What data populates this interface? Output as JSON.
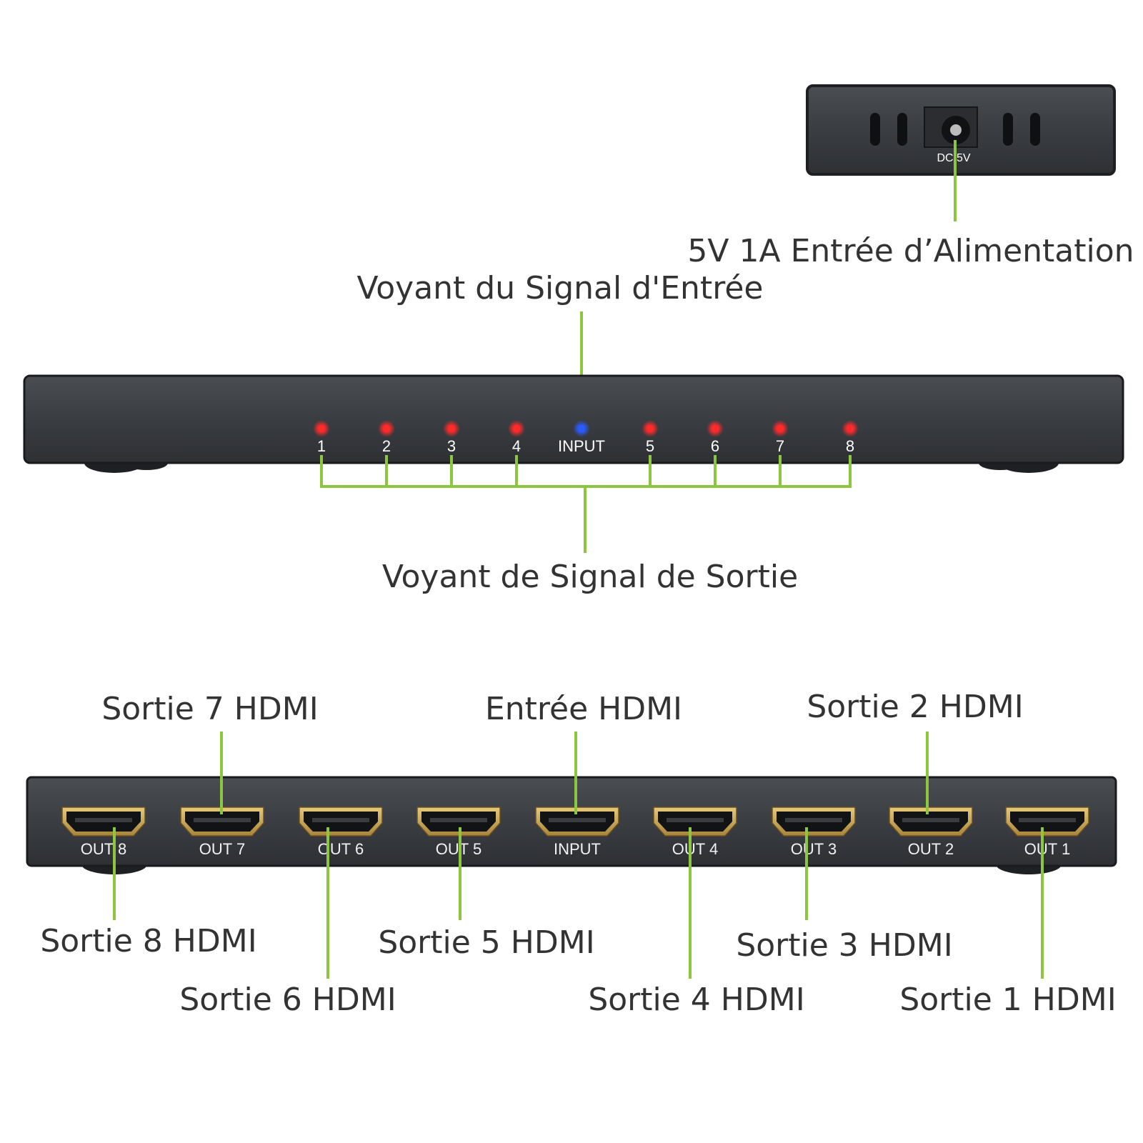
{
  "callouts": {
    "power_input": "5V 1A Entrée d’Alimentation",
    "input_signal_led": "Voyant du Signal d'Entrée",
    "output_signal_led": "Voyant de Signal de Sortie",
    "hdmi_out_7": "Sortie 7 HDMI",
    "hdmi_in": "Entrée HDMI",
    "hdmi_out_2": "Sortie 2 HDMI",
    "hdmi_out_8": "Sortie 8 HDMI",
    "hdmi_out_5": "Sortie 5 HDMI",
    "hdmi_out_3": "Sortie 3 HDMI",
    "hdmi_out_6": "Sortie 6 HDMI",
    "hdmi_out_4": "Sortie 4 HDMI",
    "hdmi_out_1": "Sortie 1 HDMI"
  },
  "power_panel": {
    "jack_label": "DC 5V"
  },
  "front_panel": {
    "leds": [
      {
        "label": "1",
        "color": "#ff2a2a"
      },
      {
        "label": "2",
        "color": "#ff2a2a"
      },
      {
        "label": "3",
        "color": "#ff2a2a"
      },
      {
        "label": "4",
        "color": "#ff2a2a"
      },
      {
        "label": "INPUT",
        "color": "#2a5bff"
      },
      {
        "label": "5",
        "color": "#ff2a2a"
      },
      {
        "label": "6",
        "color": "#ff2a2a"
      },
      {
        "label": "7",
        "color": "#ff2a2a"
      },
      {
        "label": "8",
        "color": "#ff2a2a"
      }
    ]
  },
  "rear_panel": {
    "ports": [
      "OUT 8",
      "OUT 7",
      "OUT 6",
      "OUT 5",
      "INPUT",
      "OUT 4",
      "OUT 3",
      "OUT 2",
      "OUT 1"
    ]
  },
  "colors": {
    "leader_line": "#8cc63f",
    "device_body": "#3a3d42",
    "hdmi_gold": "#c9a24a"
  }
}
